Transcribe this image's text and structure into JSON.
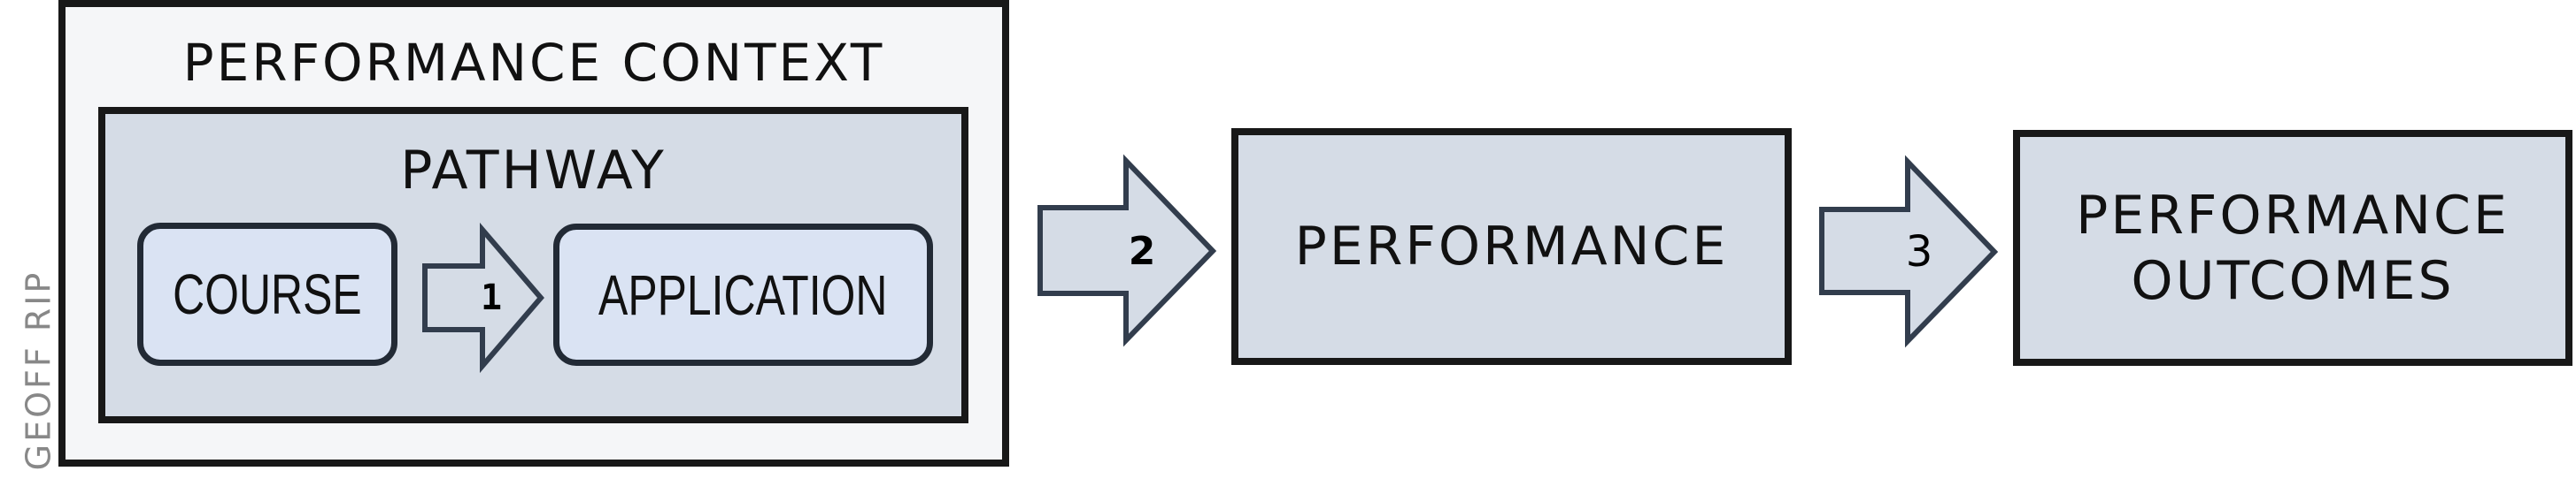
{
  "diagram": {
    "watermark": "GEOFF RIP",
    "performance_context": {
      "title": "PERFORMANCE CONTEXT",
      "pathway": {
        "title": "PATHWAY",
        "course_label": "COURSE",
        "application_label": "APPLICATION",
        "arrow_label": "1"
      }
    },
    "arrow_2_label": "2",
    "performance_label": "PERFORMANCE",
    "arrow_3_label": "3",
    "outcomes_label_line1": "PERFORMANCE",
    "outcomes_label_line2": "OUTCOMES"
  },
  "colors": {
    "border": "#181818",
    "outer_fill": "#f5f6f8",
    "box_fill": "#d5dce6",
    "pill_fill": "#dae3f3",
    "arrow_fill": "#d5dce6",
    "arrow_stroke": "#323d4d",
    "watermark": "#888888"
  }
}
